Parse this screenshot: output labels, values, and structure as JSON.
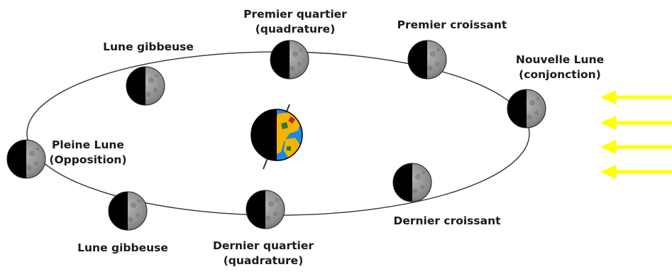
{
  "labels": {
    "nouvelle_lune": [
      "Nouvelle Lune",
      "(conjonction)"
    ],
    "premier_croissant": [
      "Premier croissant"
    ],
    "premier_quartier": [
      "Premier quartier",
      "(quadrature)"
    ],
    "lune_gibbeuse_haut": [
      "Lune gibbeuse"
    ],
    "pleine_lune": [
      "Pleine Lune",
      "(Opposition)"
    ],
    "lune_gibbeuse_bas": [
      "Lune gibbeuse"
    ],
    "dernier_quartier": [
      "Dernier quartier",
      "(quadrature)"
    ],
    "dernier_croissant": [
      "Dernier croissant"
    ]
  },
  "colors": {
    "orbit": "#333333",
    "moon_lit": "#8c8c8c",
    "moon_dark": "#000000",
    "sun_rays": "#ffff00",
    "earth_ocean": "#1e88e5",
    "earth_land": "#f5b400"
  },
  "icons": {
    "sun_rays": "arrow-left-icon",
    "earth": "globe-icon",
    "moon": "moon-icon"
  }
}
